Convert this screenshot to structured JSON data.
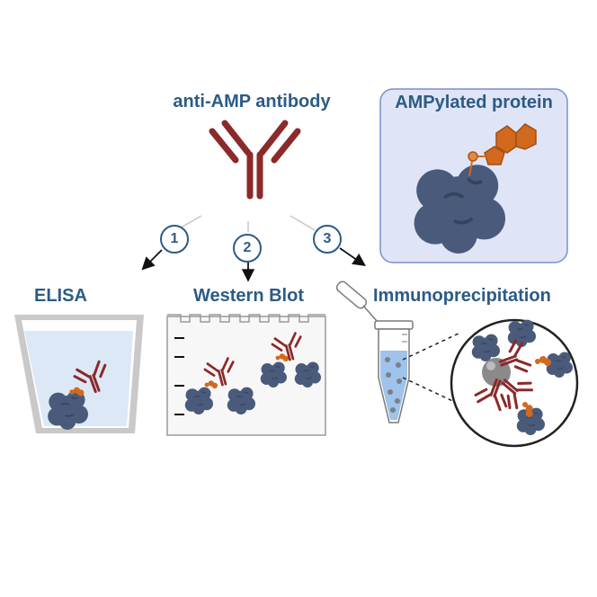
{
  "title": "anti-AMP antibody",
  "panel": {
    "title": "AMPylated protein"
  },
  "methods": [
    {
      "step": "1",
      "label": "ELISA"
    },
    {
      "step": "2",
      "label": "Western Blot"
    },
    {
      "step": "3",
      "label": "Immunoprecipitation"
    }
  ],
  "colors": {
    "heading": "#2c5b86",
    "antibody": "#8b2a2a",
    "amp": "#d2691e",
    "protein": "#4a5a7a",
    "panel_bg": "#dfe5f7",
    "panel_border": "#7a8fca"
  },
  "icons": [
    "antibody-icon",
    "amp-molecule-icon",
    "protein-icon",
    "elisa-well-icon",
    "western-blot-membrane-icon",
    "microcentrifuge-tube-icon",
    "bead-icon"
  ]
}
